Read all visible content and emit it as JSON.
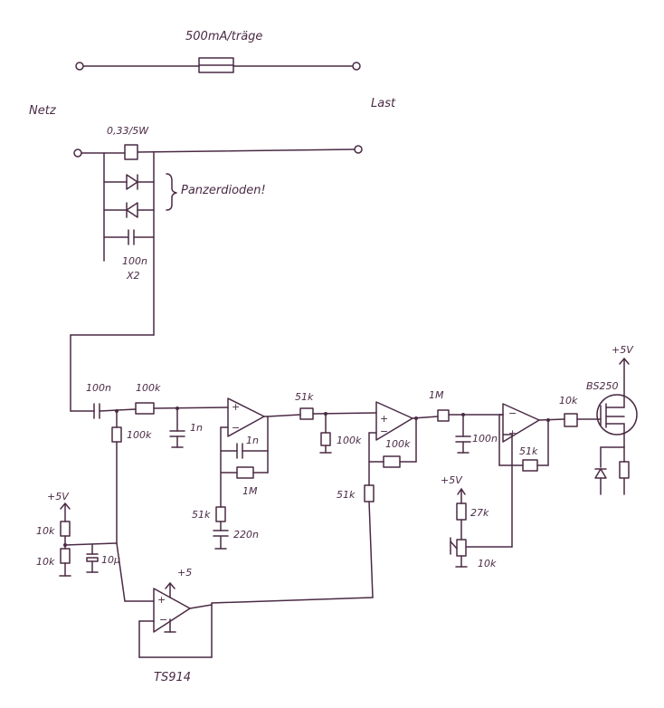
{
  "labels": {
    "fuse_rating": "500mA/träge",
    "mains": "Netz",
    "load": "Last",
    "shunt": "0,33/5W",
    "zener_note": "Panzerdioden!",
    "cap_x2_value": "100n",
    "cap_x2_class": "X2",
    "c_in": "100n",
    "r_in": "100k",
    "r_bias": "100k",
    "c_filter1": "1n",
    "c_fb1": "1n",
    "r_fb1": "1M",
    "r_gnd1": "51k",
    "c_gnd1": "220n",
    "r_stage2": "51k",
    "r_bias2": "100k",
    "r_fb2": "100k",
    "r_div2": "51k",
    "r_stage3": "1M",
    "c_filter3": "100n",
    "r_fb3": "51k",
    "vcc_ref": "+5V",
    "r_ref_top": "27k",
    "r_ref_bot": "10k",
    "r_gate": "10k",
    "pfet": "BS250",
    "vcc_fet": "+5V",
    "vcc_div": "+5V",
    "r_div_top": "10k",
    "r_div_bot": "10k",
    "c_div": "10µ",
    "vcc_buf": "+5",
    "buffer_ic": "TS914"
  }
}
